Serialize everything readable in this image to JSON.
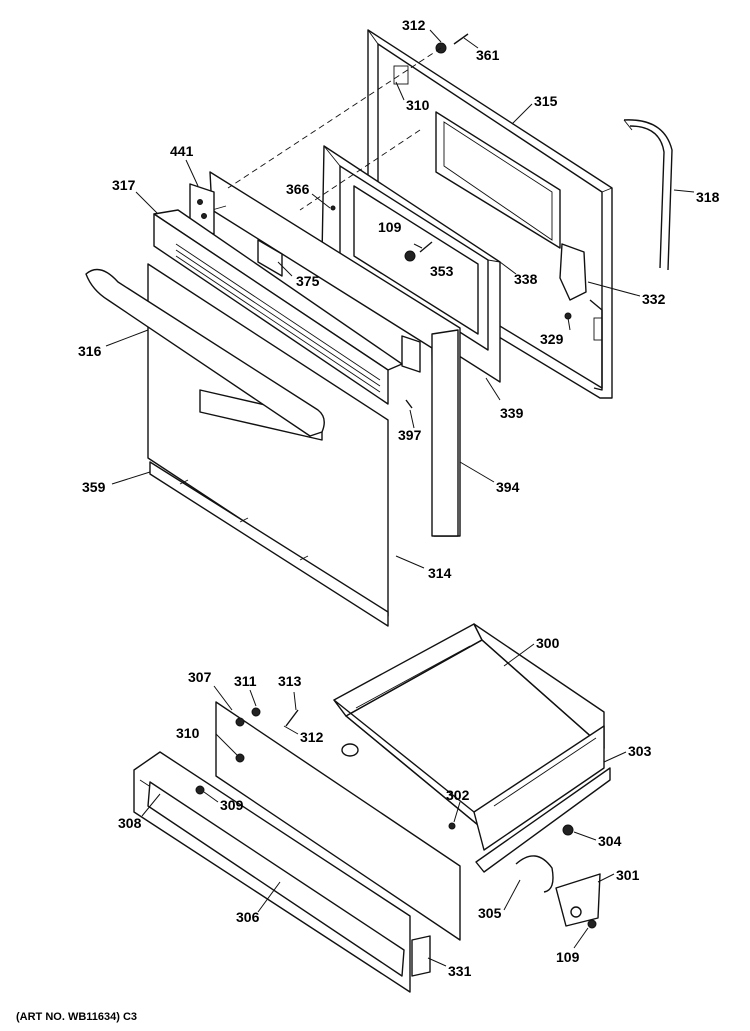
{
  "labels": {
    "p312a": "312",
    "p361": "361",
    "p310a": "310",
    "p315": "315",
    "p318": "318",
    "p441": "441",
    "p317": "317",
    "p366": "366",
    "p109a": "109",
    "p353": "353",
    "p375": "375",
    "p338": "338",
    "p332": "332",
    "p329": "329",
    "p316": "316",
    "p339": "339",
    "p397": "397",
    "p394": "394",
    "p359": "359",
    "p314": "314",
    "p300": "300",
    "p307": "307",
    "p311": "311",
    "p313": "313",
    "p312b": "312",
    "p310b": "310",
    "p303": "303",
    "p302": "302",
    "p309": "309",
    "p308": "308",
    "p304": "304",
    "p301": "301",
    "p306": "306",
    "p305": "305",
    "p109b": "109",
    "p331": "331"
  },
  "caption": "(ART NO. WB11634) C3"
}
